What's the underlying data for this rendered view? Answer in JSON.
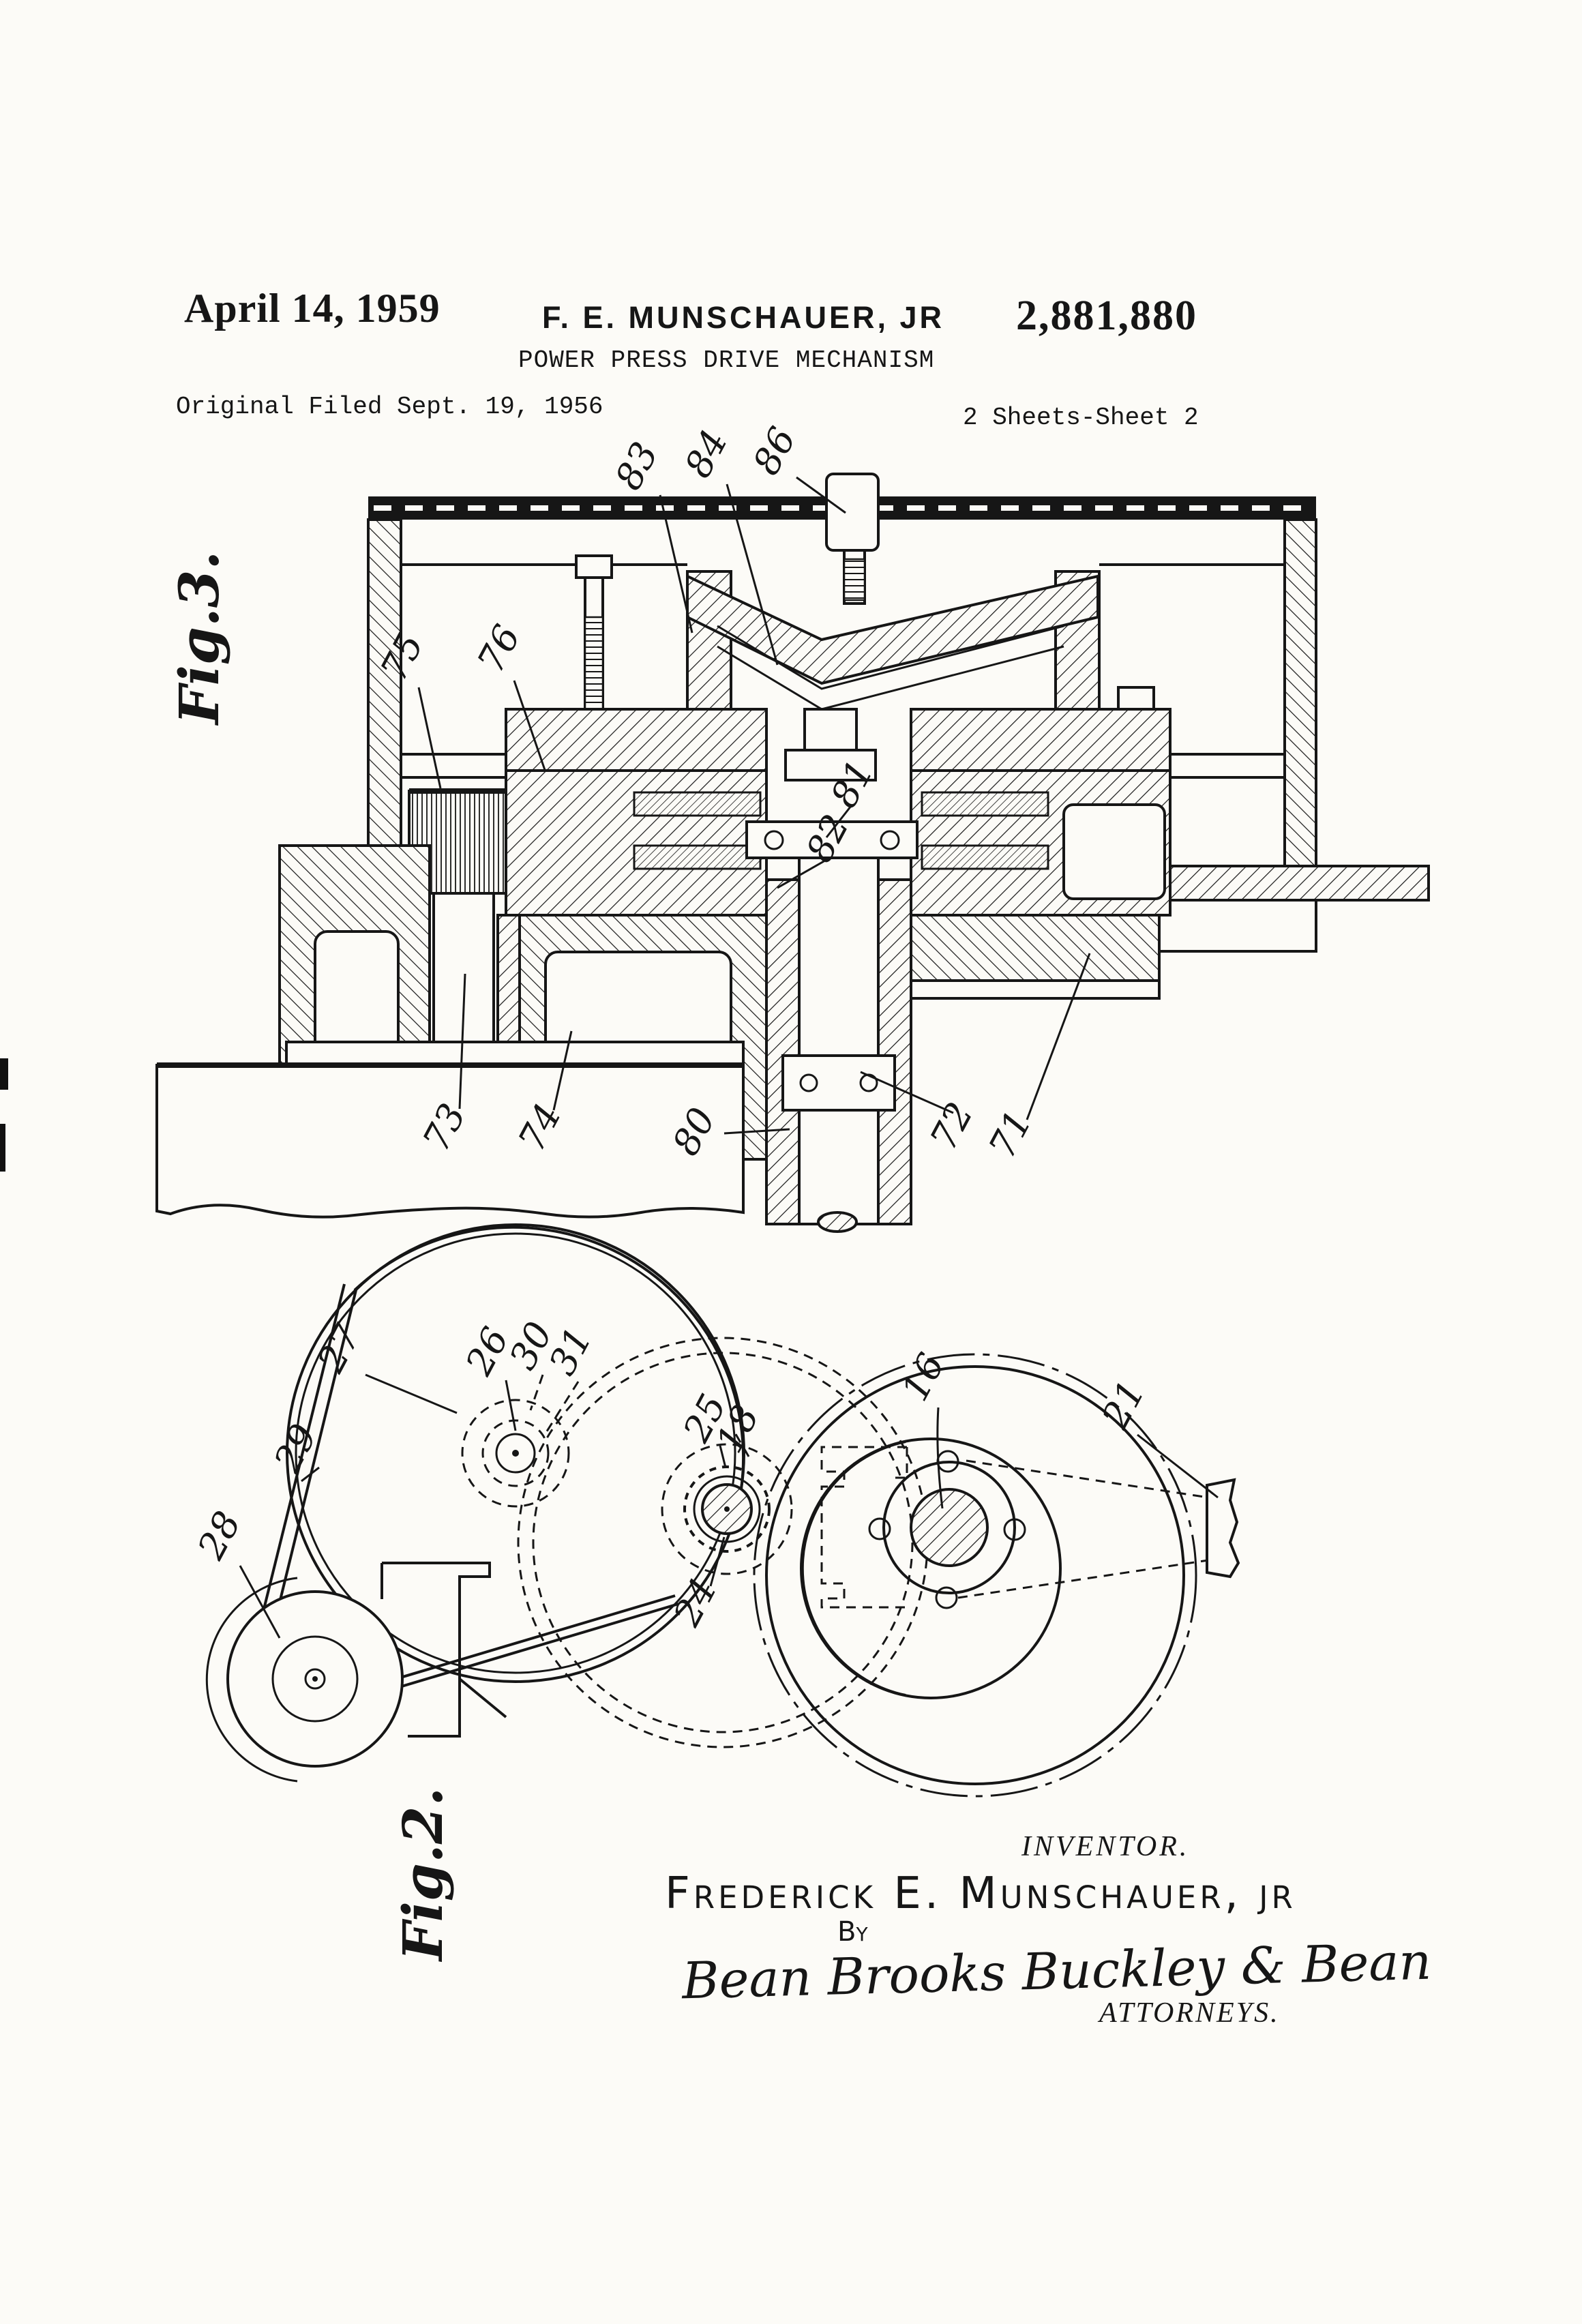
{
  "header": {
    "date": "April 14, 1959",
    "inventor": "F. E. MUNSCHAUER, JR",
    "patent_number": "2,881,880",
    "title": "POWER PRESS DRIVE MECHANISM",
    "filed_line": "Original Filed Sept. 19, 1956",
    "sheet_line": "2 Sheets-Sheet 2"
  },
  "figure3": {
    "caption": "Fig.3.",
    "labels": [
      {
        "ref": "83"
      },
      {
        "ref": "84"
      },
      {
        "ref": "86"
      },
      {
        "ref": "75"
      },
      {
        "ref": "76"
      },
      {
        "ref": "81"
      },
      {
        "ref": "82"
      },
      {
        "ref": "73"
      },
      {
        "ref": "74"
      },
      {
        "ref": "80"
      },
      {
        "ref": "72"
      },
      {
        "ref": "71"
      }
    ]
  },
  "figure2": {
    "caption": "Fig.2.",
    "labels": [
      {
        "ref": "27"
      },
      {
        "ref": "26"
      },
      {
        "ref": "30"
      },
      {
        "ref": "31"
      },
      {
        "ref": "29"
      },
      {
        "ref": "28"
      },
      {
        "ref": "25"
      },
      {
        "ref": "18"
      },
      {
        "ref": "24"
      },
      {
        "ref": "16"
      },
      {
        "ref": "21"
      }
    ]
  },
  "footer": {
    "inventor_heading": "INVENTOR.",
    "inventor_name": "Frederick E. Munschauer, jr",
    "by_label": "By",
    "signature": "Bean Brooks Buckley & Bean",
    "attorneys_label": "ATTORNEYS."
  },
  "ink_color": "#161616"
}
